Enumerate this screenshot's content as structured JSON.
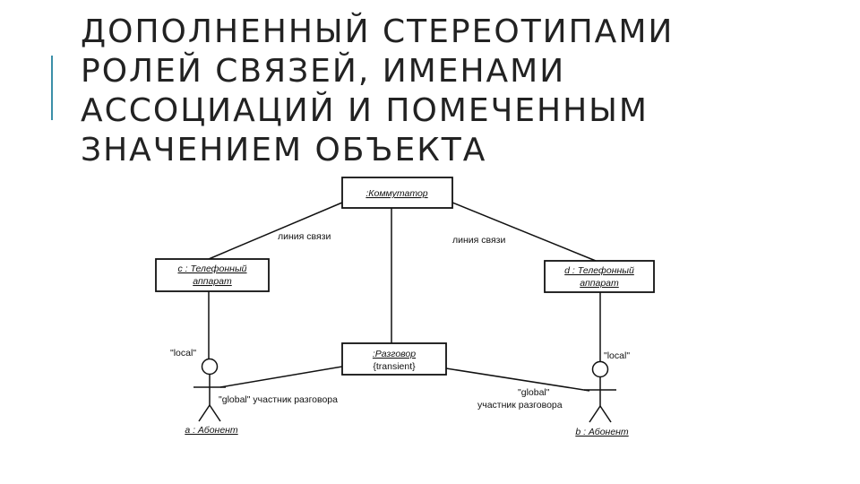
{
  "slide": {
    "title_lines": [
      "ДОПОЛНЕННЫЙ СТЕРЕОТИПАМИ",
      "РОЛЕЙ СВЯЗЕЙ, ИМЕНАМИ",
      "АССОЦИАЦИЙ И ПОМЕЧЕННЫМ",
      "ЗНАЧЕНИЕМ ОБЪЕКТА"
    ],
    "accent_color": "#3b8fa8"
  },
  "diagram": {
    "objects": {
      "switch": {
        "name": ":Коммутатор"
      },
      "phone_c": {
        "line1": "c : Телефонный",
        "line2": "аппарат"
      },
      "phone_d": {
        "line1": "d : Телефонный",
        "line2": "аппарат"
      },
      "conversation": {
        "name": ":Разговор",
        "tag": "{transient}"
      }
    },
    "actors": {
      "a": {
        "name": "a : Абонент"
      },
      "b": {
        "name": "b : Абонент"
      }
    },
    "labels": {
      "link_left": "линия связи",
      "link_right": "линия связи",
      "local_left": "\"local\"",
      "local_right": "\"local\"",
      "global_left": "\"global\" участник разговора",
      "global_right_1": "\"global\"",
      "global_right_2": "участник разговора"
    }
  }
}
